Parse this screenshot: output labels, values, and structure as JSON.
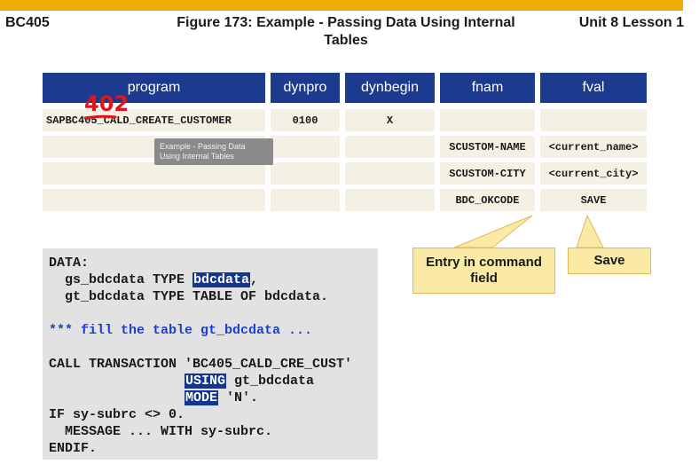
{
  "header": {
    "course": "BC405",
    "title": "Figure 173: Example - Passing Data Using Internal Tables",
    "unit": "Unit 8 Lesson 1"
  },
  "table": {
    "columns": [
      "program",
      "dynpro",
      "dynbegin",
      "fnam",
      "fval"
    ],
    "rows": [
      [
        "SAPBC405_CALD_CREATE_CUSTOMER",
        "0100",
        "X",
        "",
        ""
      ],
      [
        "",
        "",
        "",
        "SCUSTOM-NAME",
        "<current_name>"
      ],
      [
        "",
        "",
        "",
        "SCUSTOM-CITY",
        "<current_city>"
      ],
      [
        "",
        "",
        "",
        "BDC_OKCODE",
        "SAVE"
      ]
    ]
  },
  "annotation": {
    "handwritten_text": "402"
  },
  "tooltip": {
    "text": "Example - Passing Data Using Internal Tables"
  },
  "callouts": {
    "command": "Entry in command field",
    "save": "Save"
  },
  "code": {
    "l1": "DATA:",
    "l2a": "  gs_bdcdata TYPE ",
    "l2b": "bdcdata",
    "l2c": ",",
    "l3": "  gt_bdcdata TYPE TABLE OF bdcdata.",
    "l4": "",
    "l5": "*** fill the table gt_bdcdata ...",
    "l6": "",
    "l7": "CALL TRANSACTION 'BC405_CALD_CRE_CUST'",
    "l8a": "                 ",
    "l8b": "USING",
    "l8c": " gt_bdcdata",
    "l9a": "                 ",
    "l9b": "MODE",
    "l9c": " 'N'.",
    "l10": "IF sy-subrc <> 0.",
    "l11": "  MESSAGE ... WITH sy-subrc.",
    "l12": "ENDIF."
  },
  "colors": {
    "accent_bar": "#f0ab00",
    "table_header": "#1c3b8f",
    "table_cell": "#f4f0e4",
    "callout_fill": "#fbe9a6",
    "code_highlight": "#14368f",
    "comment": "#1a3fd6",
    "handwriting": "#e0151b"
  }
}
